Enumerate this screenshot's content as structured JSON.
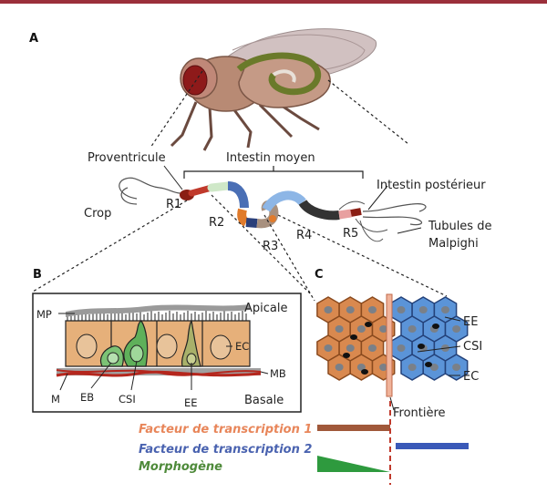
{
  "panels": {
    "a": "A",
    "b": "B",
    "c": "C"
  },
  "gut": {
    "proventricule": "Proventricule",
    "midgut": "Intestin moyen",
    "hindgut": "Intestin postérieur",
    "crop": "Crop",
    "r1": "R1",
    "r2": "R2",
    "r3": "R3",
    "r4": "R4",
    "r5": "R5",
    "tubules_1": "Tubules de",
    "tubules_2": "Malpighi"
  },
  "section_b": {
    "mp": "MP",
    "apical": "Apicale",
    "ec": "EC",
    "mb": "MB",
    "m": "M",
    "eb": "EB",
    "csi": "CSI",
    "ee": "EE",
    "basal": "Basale"
  },
  "section_c": {
    "ee": "EE",
    "csi": "CSI",
    "ec": "EC",
    "boundary": "Frontière"
  },
  "legend": {
    "tf1": "Facteur de transcription 1",
    "tf2": "Facteur de transcription 2",
    "morphogen": "Morphogène"
  },
  "colors": {
    "tf1": "#e8865a",
    "tf2": "#4a63b0",
    "morphogen": "#4e8a3a",
    "boundary": "#c0392b",
    "orange_cells": "#d9894f",
    "blue_cells": "#5b94d8"
  }
}
